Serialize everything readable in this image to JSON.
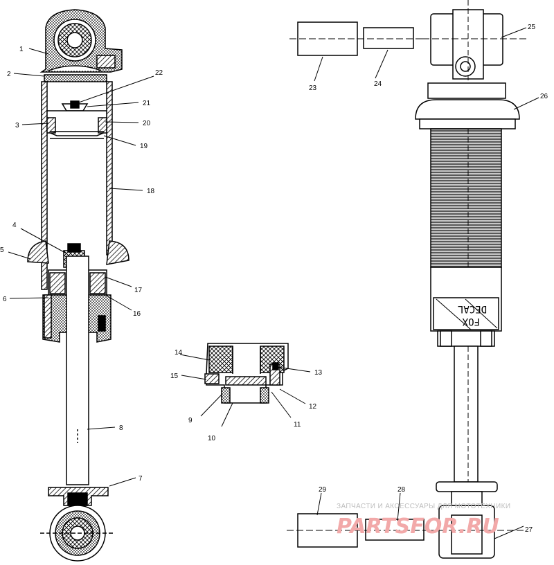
{
  "part_labels": [
    "1",
    "2",
    "3",
    "4",
    "5",
    "6",
    "7",
    "8",
    "9",
    "10",
    "11",
    "12",
    "13",
    "14",
    "15",
    "16",
    "17",
    "18",
    "19",
    "20",
    "21",
    "22",
    "23",
    "24",
    "25",
    "26",
    "27",
    "28",
    "29"
  ],
  "decal": {
    "line1": "FOX",
    "line2": "DECAL"
  },
  "watermark": {
    "tagline": "ЗАПЧАСТИ И АКСЕССУАРЫ ДЛЯ МОТОТЕХНИКИ",
    "brand": "PARTSFOR.RU"
  }
}
